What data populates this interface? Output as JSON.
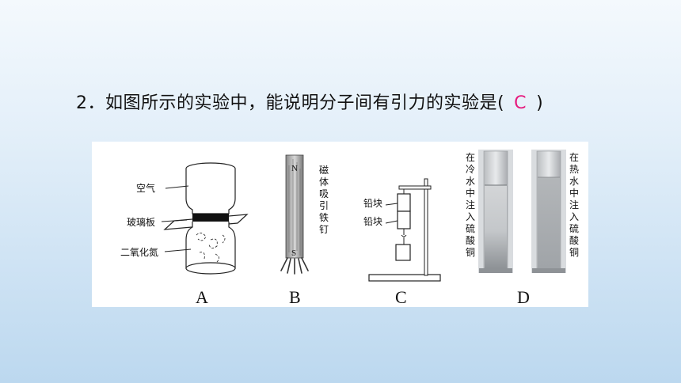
{
  "question": {
    "number": "2．",
    "text": "如图所示的实验中，能说明分子间有引力的实验是(",
    "answer": "C",
    "close": ")"
  },
  "figure": {
    "a": {
      "caption": "A",
      "label_air": "空气",
      "label_glass": "玻璃板",
      "label_gas": "二氧化氮"
    },
    "b": {
      "caption": "B",
      "pole_n": "N",
      "pole_s": "S",
      "side_label": [
        "磁",
        "体",
        "吸",
        "引",
        "铁",
        "钉"
      ]
    },
    "c": {
      "caption": "C",
      "label_block1": "铅块",
      "label_block2": "铅块"
    },
    "d": {
      "caption": "D",
      "left_label": [
        "在",
        "冷",
        "水",
        "中",
        "注",
        "入",
        "硫",
        "酸",
        "铜"
      ],
      "right_label": [
        "在",
        "热",
        "水",
        "中",
        "注",
        "入",
        "硫",
        "酸",
        "铜"
      ]
    }
  },
  "colors": {
    "answer": "#e6197d",
    "background_top": "#f4f9fd",
    "background_bottom": "#bcd8ef"
  }
}
